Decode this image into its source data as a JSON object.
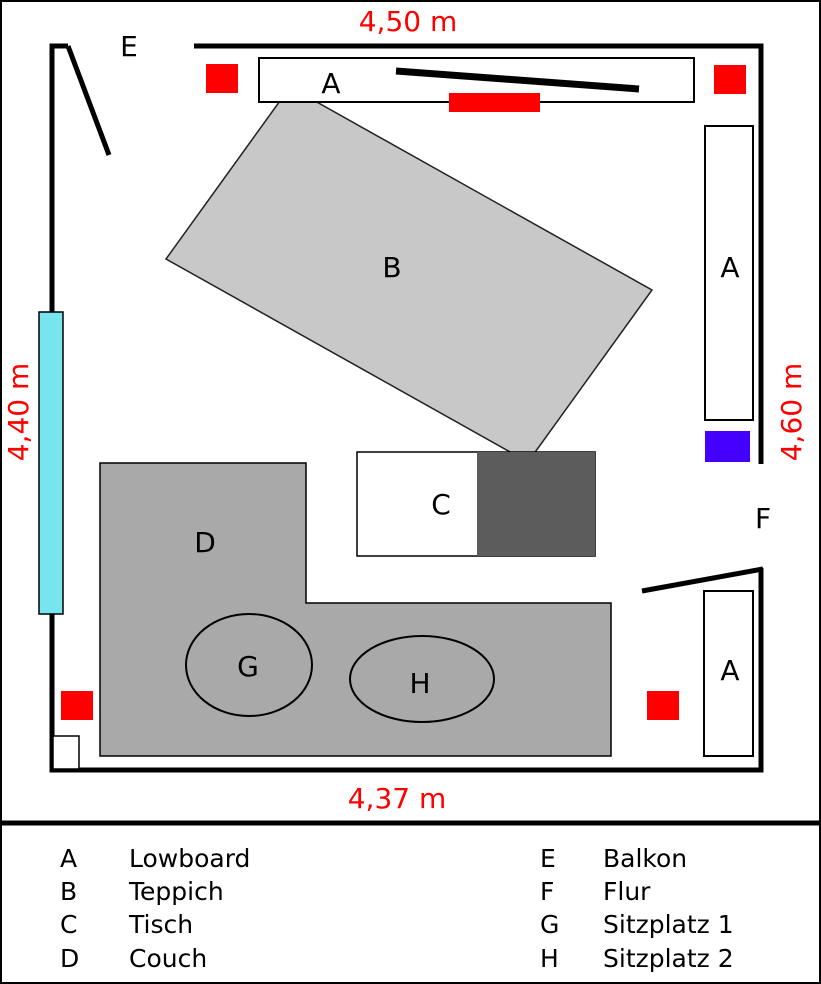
{
  "dimensions": {
    "top": "4,50 m",
    "bottom": "4,37 m",
    "left": "4,40 m",
    "right": "4,60 m"
  },
  "labels": {
    "lowboard_top": "A",
    "lowboard_right": "A",
    "lowboard_bottom": "A",
    "carpet": "B",
    "table": "C",
    "couch": "D",
    "balcony": "E",
    "hall": "F",
    "seat1": "G",
    "seat2": "H"
  },
  "legend": [
    {
      "key": "A",
      "value": "Lowboard"
    },
    {
      "key": "B",
      "value": "Teppich"
    },
    {
      "key": "C",
      "value": "Tisch"
    },
    {
      "key": "D",
      "value": "Couch"
    },
    {
      "key": "E",
      "value": "Balkon"
    },
    {
      "key": "F",
      "value": "Flur"
    },
    {
      "key": "G",
      "value": "Sitzplatz 1"
    },
    {
      "key": "H",
      "value": "Sitzplatz 2"
    }
  ],
  "colors": {
    "speaker": "#ff0000",
    "window": "#77e5ee",
    "blue_box": "#4400ff",
    "carpet": "#c8c8c8",
    "couch": "#a9a9a9",
    "table_dark": "#5c5c5c"
  }
}
